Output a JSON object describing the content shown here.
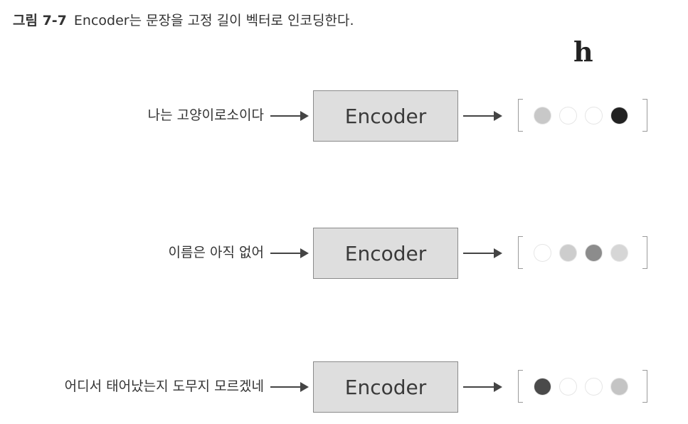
{
  "caption": {
    "number": "그림 7-7",
    "text": "Encoder는 문장을 고정 길이 벡터로 인코딩한다."
  },
  "vector_label": "h",
  "rows": [
    {
      "sentence": "나는 고양이로소이다",
      "encoder_label": "Encoder",
      "vector": [
        "#c8c8c8",
        "#ffffff",
        "#ffffff",
        "#222222"
      ]
    },
    {
      "sentence": "이름은 아직 없어",
      "encoder_label": "Encoder",
      "vector": [
        "#ffffff",
        "#cdcdcd",
        "#8c8c8c",
        "#d6d6d6"
      ]
    },
    {
      "sentence": "어디서 태어났는지 도무지 모르겠네",
      "encoder_label": "Encoder",
      "vector": [
        "#4a4a4a",
        "#ffffff",
        "#ffffff",
        "#c4c4c4"
      ]
    }
  ]
}
